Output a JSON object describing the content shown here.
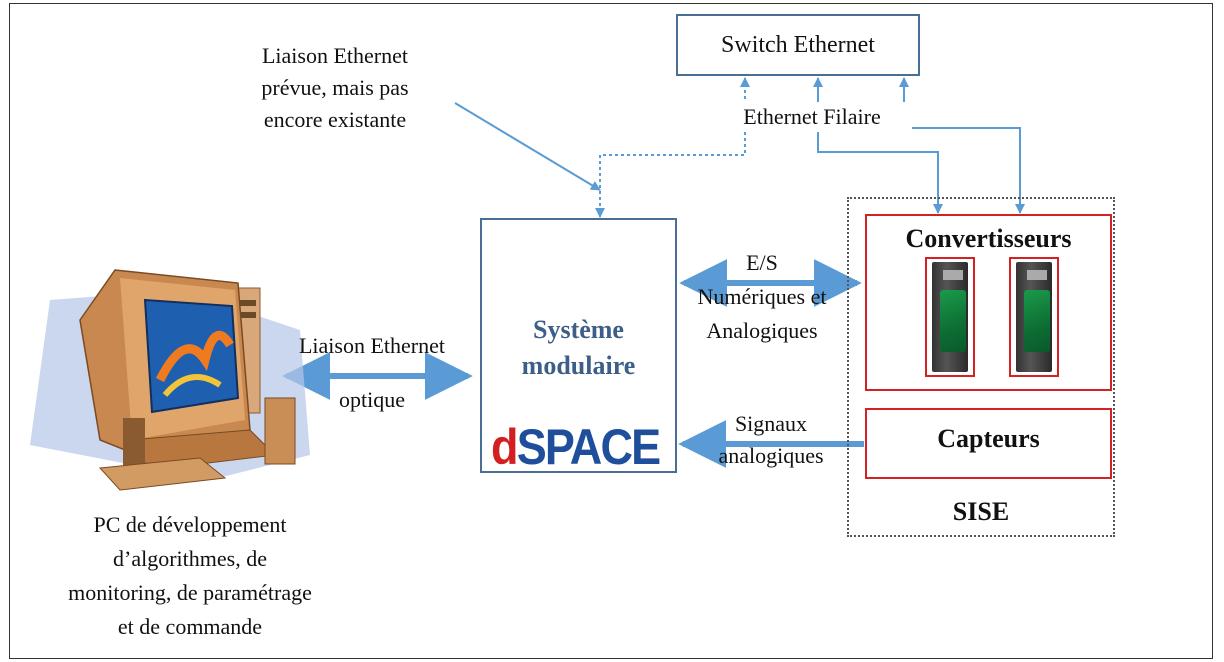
{
  "switch": {
    "label": "Switch Ethernet"
  },
  "labels": {
    "planned_link": [
      "Liaison Ethernet",
      "prévue, mais pas",
      "encore existante"
    ],
    "wired": "Ethernet Filaire",
    "optical_link": [
      "Liaison Ethernet",
      "optique"
    ],
    "io": [
      "E/S",
      "Numériques et",
      "Analogiques"
    ],
    "analog_signals": [
      "Signaux",
      "analogiques"
    ]
  },
  "dspace": {
    "title": [
      "Système",
      "modulaire"
    ],
    "logo_d": "d",
    "logo_rest": "SPACE"
  },
  "sise": {
    "converters": "Convertisseurs",
    "sensors": "Capteurs",
    "name": "SISE"
  },
  "pc": {
    "caption": [
      "PC de développement",
      "d’algorithmes, de",
      "monitoring, de paramétrage",
      "et de commande"
    ]
  },
  "colors": {
    "arrow": "#5b9bd5",
    "box_border": "#4a6f95",
    "red": "#d32222",
    "logo_red": "#d22020",
    "logo_blue": "#1f4e9b"
  },
  "icons": [
    "desktop-computer-icon",
    "variable-speed-drive-icon"
  ]
}
